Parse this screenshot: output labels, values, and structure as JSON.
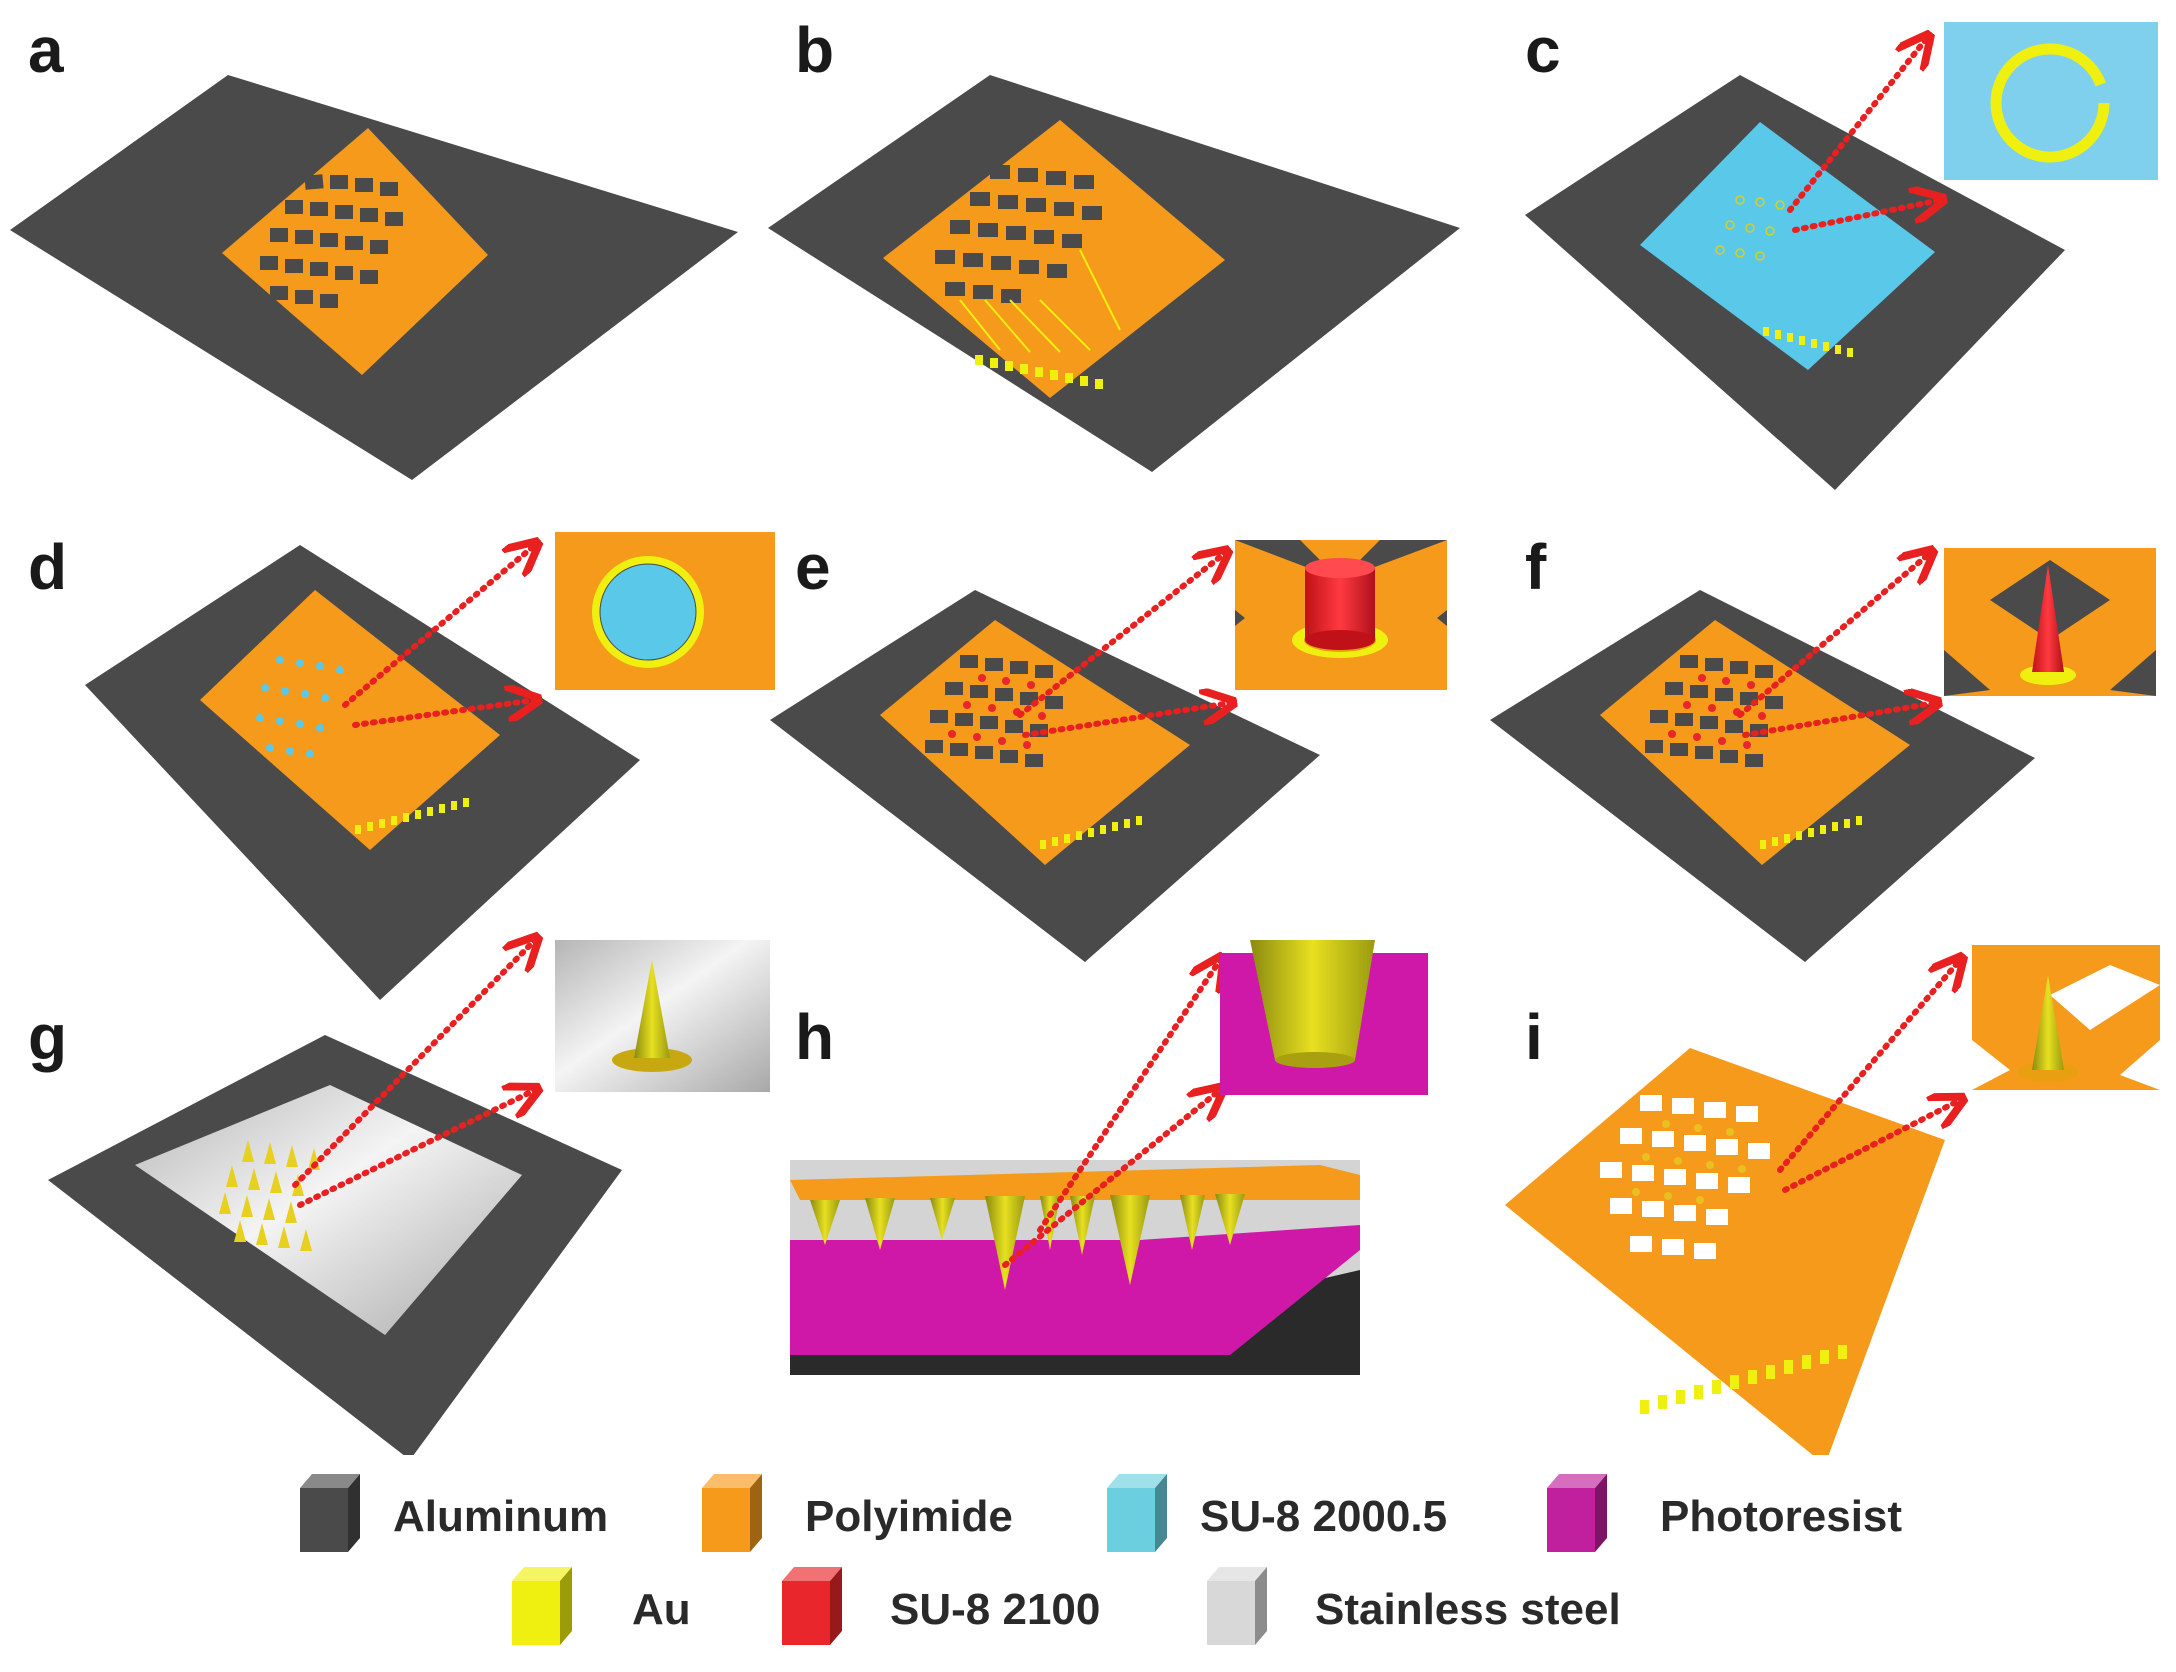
{
  "panels": {
    "a": "a",
    "b": "b",
    "c": "c",
    "d": "d",
    "e": "e",
    "f": "f",
    "g": "g",
    "h": "h",
    "i": "i"
  },
  "legend": [
    {
      "label": "Aluminum",
      "color": "#4a4a4a"
    },
    {
      "label": "Polyimide",
      "color": "#f59a1b"
    },
    {
      "label": "SU-8 2000.5",
      "color": "#6ccfe0"
    },
    {
      "label": "Photoresist",
      "color": "#c0209e"
    },
    {
      "label": "Au",
      "color": "#f0f010"
    },
    {
      "label": "SU-8 2100",
      "color": "#e8262b"
    },
    {
      "label": "Stainless steel",
      "color": "#d8d8d8"
    }
  ],
  "colors": {
    "aluminum": "#4a4a4a",
    "polyimide": "#f59a1b",
    "su8_2000": "#5ac8e8",
    "photoresist": "#d018a8",
    "au": "#f0f010",
    "su8_2100": "#e8262b",
    "steel": "#d8d8d8",
    "arrow": "#e82020"
  }
}
